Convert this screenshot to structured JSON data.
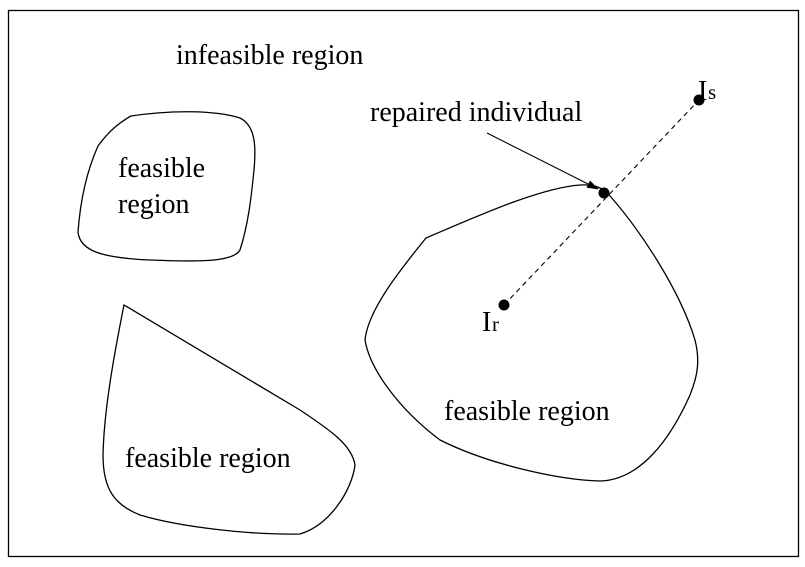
{
  "diagram": {
    "outer_label": "infeasible region",
    "regions": [
      {
        "label_lines": [
          "feasible",
          "region"
        ]
      },
      {
        "label": "feasible region"
      },
      {
        "label": "feasible region"
      }
    ],
    "annotation": "repaired individual",
    "points": {
      "source": {
        "main": "I",
        "sub": "s"
      },
      "reference": {
        "main": "I",
        "sub": "r"
      }
    },
    "colors": {
      "stroke": "#000000",
      "background": "#ffffff"
    }
  }
}
